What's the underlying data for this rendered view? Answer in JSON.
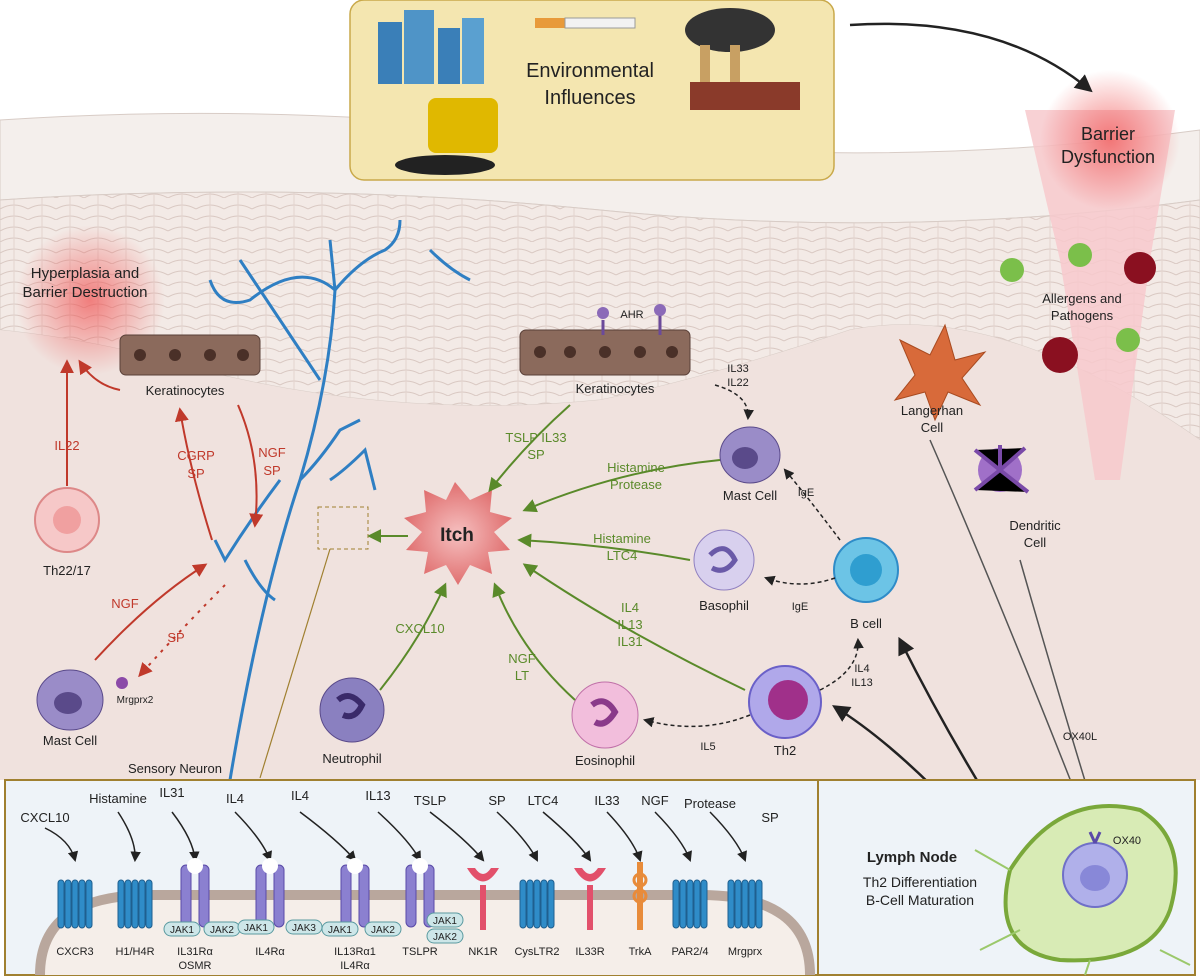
{
  "colors": {
    "skin_bg": "#f1e3df",
    "panel_bg": "#f5eee9",
    "env_box": "#f4e6b0",
    "neuron": "#2f7fc3",
    "red_arrow": "#c0392b",
    "green_arrow": "#5a8a2a",
    "black_arrow": "#222222",
    "keratinocyte": "#8b6a5c",
    "mast": "#7c6aa8",
    "bcell": "#4fb3d9",
    "th2": "#8a86d6",
    "eos": "#e0a0d0",
    "lymph": "#d8ebb5",
    "receptor_blue": "#2f8cc8",
    "receptor_purple": "#8b80d0",
    "receptor_pink": "#e2506b",
    "receptor_orange": "#e88b3a"
  },
  "environment": {
    "title_line1": "Environmental",
    "title_line2": "Influences"
  },
  "barrier": {
    "line1": "Barrier",
    "line2": "Dysfunction"
  },
  "hyperplasia": {
    "line1": "Hyperplasia and",
    "line2": "Barrier Destruction"
  },
  "allergens": {
    "line1": "Allergens and",
    "line2": "Pathogens"
  },
  "itch": "Itch",
  "cells": {
    "keratinocytes_left": "Keratinocytes",
    "keratinocytes_right": "Keratinocytes",
    "ahr": "AHR",
    "th22": "Th22/17",
    "mast_left": "Mast Cell",
    "mrgprx2": "Mrgprx2",
    "mast_right": "Mast Cell",
    "basophil": "Basophil",
    "bcell": "B cell",
    "th2": "Th2",
    "eosinophil": "Eosinophil",
    "neutrophil": "Neutrophil",
    "langerhan_line1": "Langerhan",
    "langerhan_line2": "Cell",
    "dendritic_line1": "Dendritic",
    "dendritic_line2": "Cell",
    "sensory_neuron": "Sensory Neuron"
  },
  "mediators": {
    "il22": "IL22",
    "cgrp": "CGRP",
    "sp_left": "SP",
    "ngf_top": "NGF",
    "sp_top": "SP",
    "ngf_mid": "NGF",
    "sp_mid": "SP",
    "tslp_il33": "TSLP IL33",
    "sp_green": "SP",
    "histamine1": "Histamine",
    "protease": "Protease",
    "histamine2": "Histamine",
    "ltc4": "LTC4",
    "il4": "IL4",
    "il13": "IL13",
    "il31": "IL31",
    "ngf_green": "NGF",
    "lt": "LT",
    "cxcl10": "CXCL10",
    "il33_top": "IL33",
    "il22_top": "IL22",
    "ige1": "IgE",
    "ige2": "IgE",
    "il4_th2": "IL4",
    "il13_th2": "IL13",
    "il5": "IL5",
    "ox40l": "OX40L"
  },
  "lymph": {
    "title": "Lymph Node",
    "line1": "Th2 Differentiation",
    "line2": "B-Cell Maturation",
    "ox40": "OX40"
  },
  "receptors": [
    {
      "ligand": "CXCL10",
      "name": "CXCR3",
      "name2": "",
      "type": "blue"
    },
    {
      "ligand": "Histamine",
      "name": "H1/H4R",
      "name2": "",
      "type": "blue"
    },
    {
      "ligand": "IL31",
      "name": "IL31Rα",
      "name2": "OSMR",
      "type": "purple"
    },
    {
      "ligand": "IL4",
      "name": "IL4Rα",
      "name2": "",
      "type": "purple"
    },
    {
      "ligand": "IL4",
      "name": "IL13Rα1",
      "name2": "IL4Rα",
      "type": "purple"
    },
    {
      "ligand": "IL13",
      "name": "TSLPR",
      "name2": "",
      "type": "purple"
    },
    {
      "ligand": "TSLP",
      "name": "NK1R",
      "name2": "",
      "type": "pink"
    },
    {
      "ligand": "SP",
      "name": "CysLTR2",
      "name2": "",
      "type": "blue"
    },
    {
      "ligand": "LTC4",
      "name": "IL33R",
      "name2": "",
      "type": "pink"
    },
    {
      "ligand": "IL33",
      "name": "TrkA",
      "name2": "",
      "type": "orange"
    },
    {
      "ligand": "NGF",
      "name": "PAR2/4",
      "name2": "",
      "type": "blue"
    },
    {
      "ligand": "Protease",
      "name": "Mrgprx",
      "name2": "",
      "type": "blue"
    },
    {
      "ligand": "SP",
      "name": "",
      "name2": "",
      "type": "none"
    }
  ],
  "jak": {
    "j1": "JAK1",
    "j2": "JAK2",
    "j3": "JAK1",
    "j4": "JAK3",
    "j5": "JAK1",
    "j6": "JAK2",
    "j7": "JAK1",
    "j8": "JAK2"
  }
}
